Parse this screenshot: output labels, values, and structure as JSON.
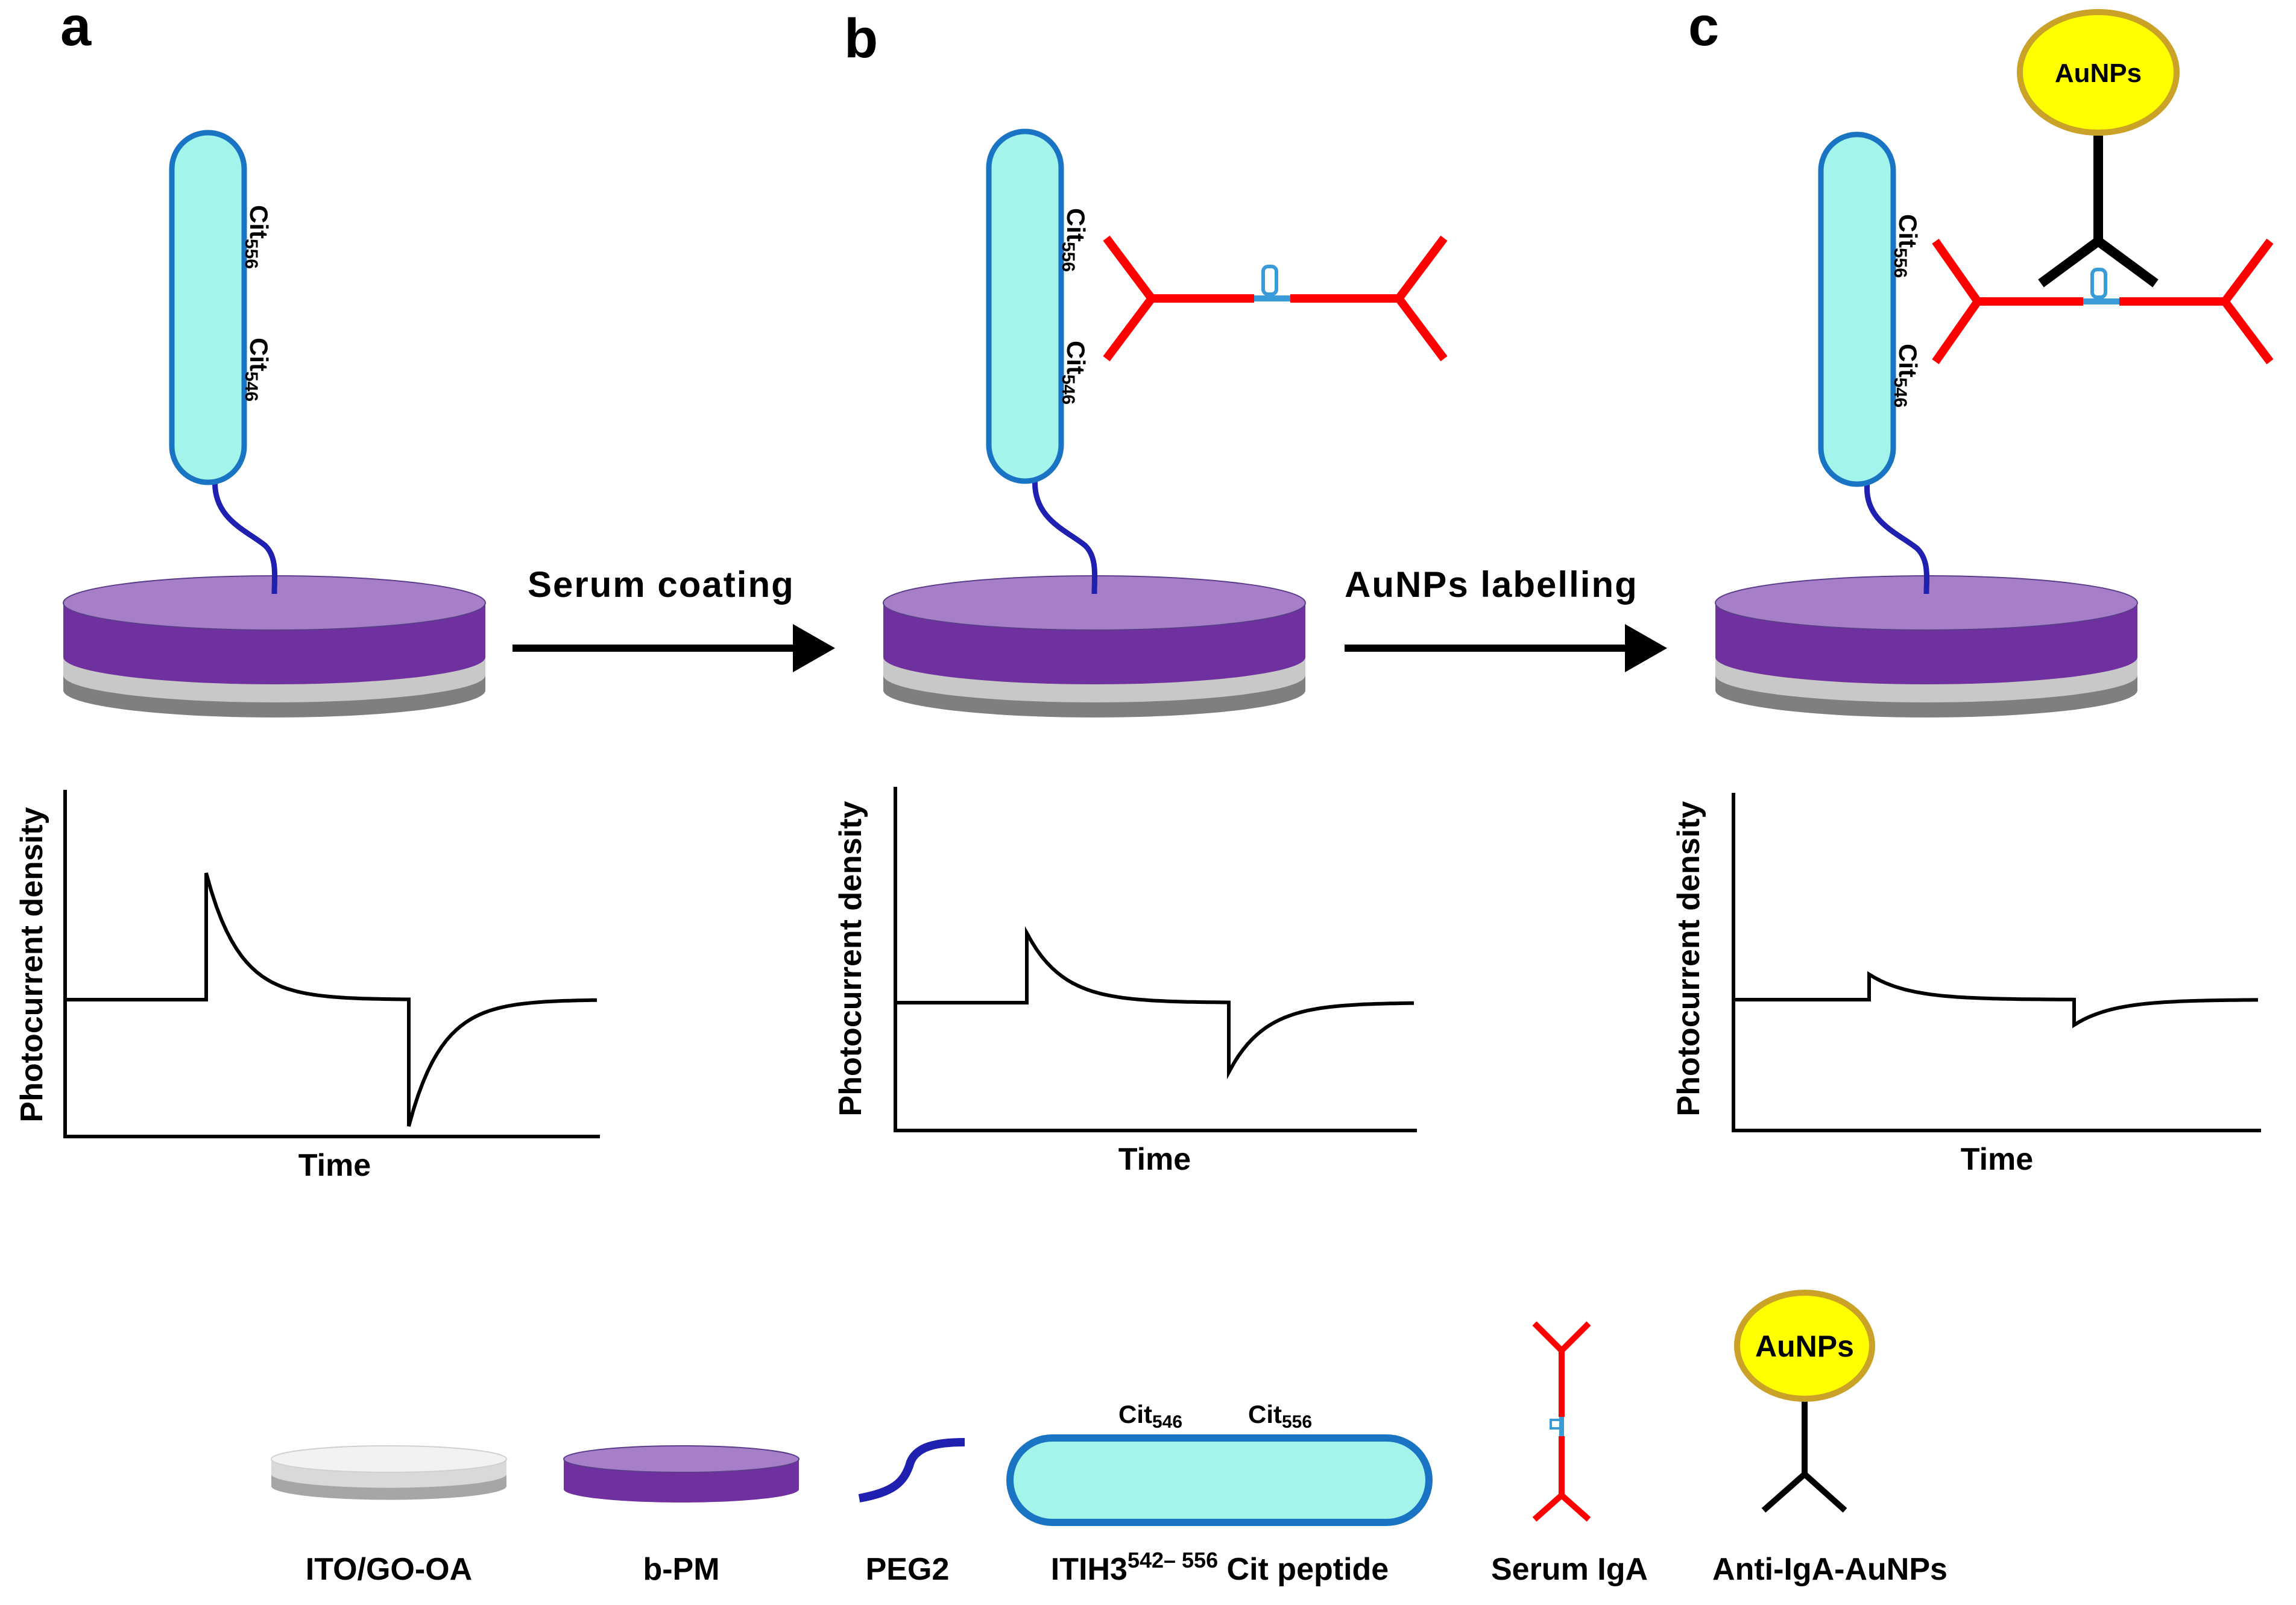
{
  "panels": [
    {
      "letter": "a",
      "xlabel": "Time",
      "ylabel": "Photocurrent density",
      "cit_top": "Cit",
      "cit_top_sub": "556",
      "cit_bottom": "Cit",
      "cit_bottom_sub": "546"
    },
    {
      "letter": "b",
      "xlabel": "Time",
      "ylabel": "Photocurrent density",
      "cit_top": "Cit",
      "cit_top_sub": "556",
      "cit_bottom": "Cit",
      "cit_bottom_sub": "546"
    },
    {
      "letter": "c",
      "xlabel": "Time",
      "ylabel": "Photocurrent density",
      "cit_top": "Cit",
      "cit_top_sub": "556",
      "cit_bottom": "Cit",
      "cit_bottom_sub": "546",
      "aunp_label": "AuNPs"
    }
  ],
  "arrows": [
    {
      "label": "Serum coating"
    },
    {
      "label": "AuNPs labelling"
    }
  ],
  "legend": {
    "ito": "ITO/GO-OA",
    "bpm": "b-PM",
    "peg": "PEG2",
    "peptide_prefix": "ITIH3",
    "peptide_sup": "542– 556",
    "peptide_suffix": " Cit peptide",
    "peptide_cit1": "Cit",
    "peptide_cit1_sub": "546",
    "peptide_cit2": "Cit",
    "peptide_cit2_sub": "556",
    "iga": "Serum IgA",
    "anti": "Anti-IgA-AuNPs",
    "aunp_label": "AuNPs"
  },
  "traces": {
    "a": {
      "spike": 1.0
    },
    "b": {
      "spike": 0.55
    },
    "c": {
      "spike": 0.2
    }
  },
  "colors": {
    "peptide_fill": "#a3f5ec",
    "peptide_stroke": "#1a74c4",
    "disc_top": "#a77fc9",
    "disc_purple": "#7030a0",
    "disc_light_gray": "#c8c8c8",
    "disc_dark_gray": "#7f7f7f",
    "linker": "#1f1fb0",
    "antibody": "#ff0000",
    "hinge": "#3a9bd9",
    "aunp_fill": "#ffff00",
    "aunp_stroke": "#c9a227"
  }
}
